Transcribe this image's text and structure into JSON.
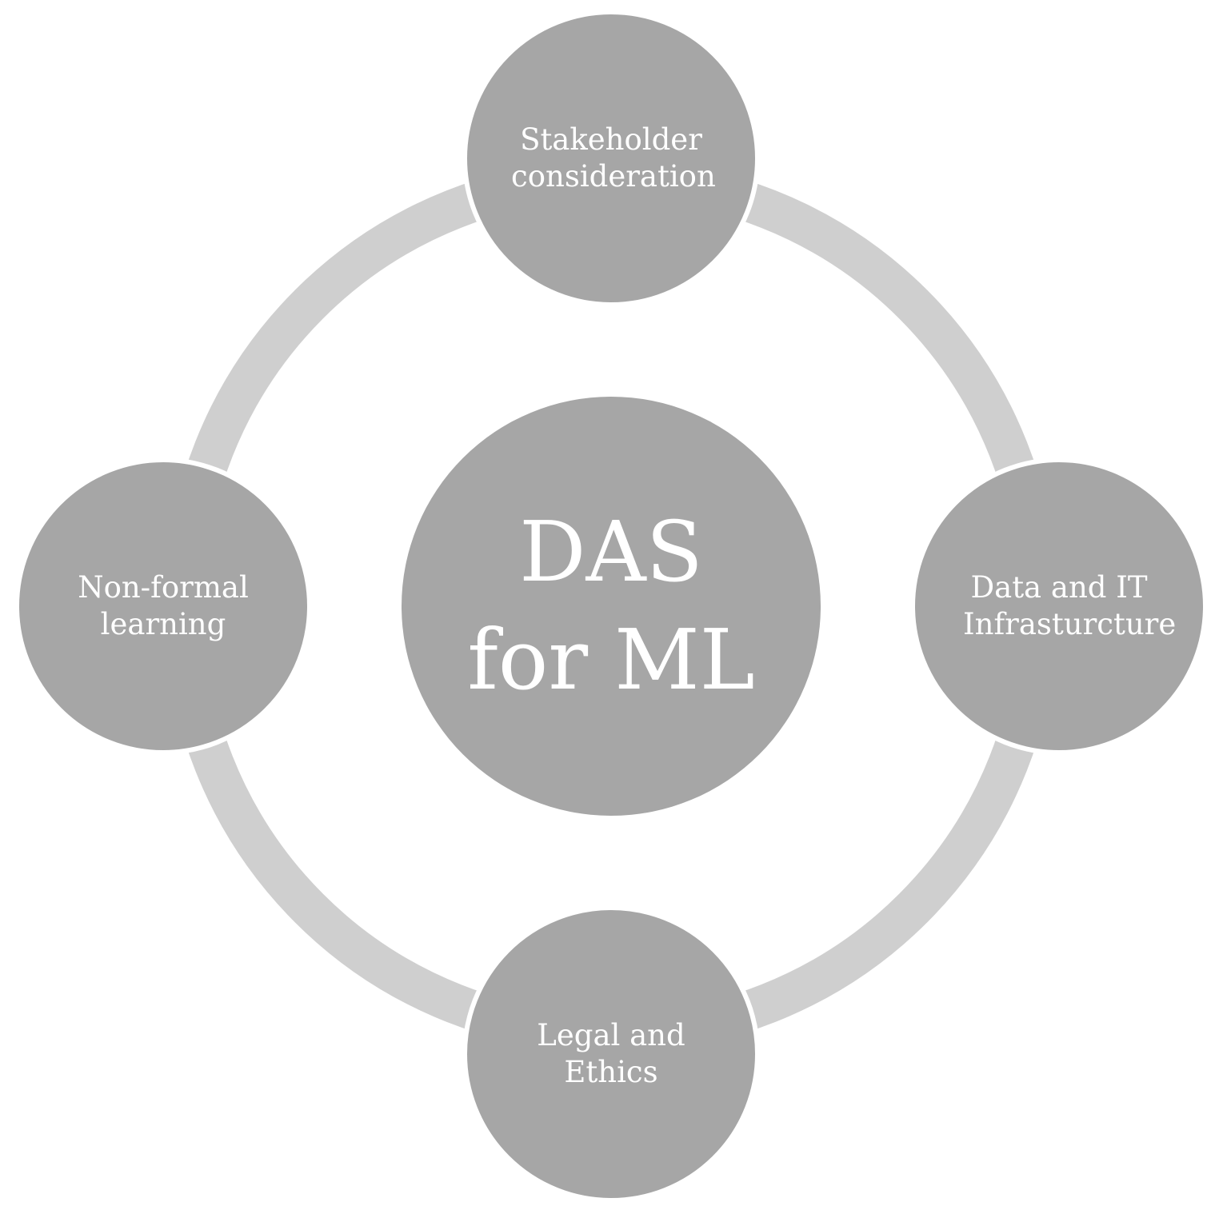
{
  "center": {
    "label": "DAS\nfor ML"
  },
  "nodes": {
    "top": {
      "label": "Stakeholder consideration"
    },
    "right": {
      "label": "Data and IT Infrasturcture"
    },
    "bottom": {
      "label": "Legal and Ethics"
    },
    "left": {
      "label": "Non-formal learning"
    }
  },
  "colors": {
    "node_fill": "#a6a6a6",
    "ring": "#cfcfcf",
    "text": "#ffffff",
    "background": "#ffffff"
  }
}
